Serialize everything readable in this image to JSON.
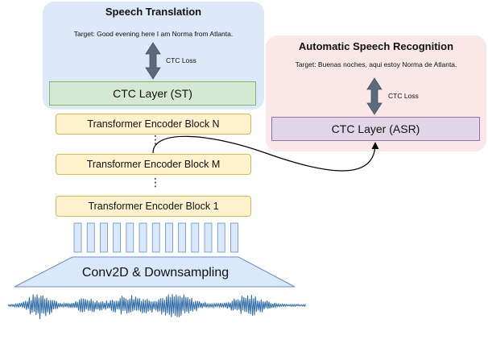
{
  "speech_translation": {
    "title": "Speech Translation",
    "target": "Target: Good evening here I am Norma from Atlanta.",
    "loss_label": "CTC Loss",
    "ctc_layer": "CTC Layer (ST)"
  },
  "asr": {
    "title": "Automatic Speech Recognition",
    "target": "Target: Buenas noches, aqui estoy Norma de Atlanta.",
    "loss_label": "CTC Loss",
    "ctc_layer": "CTC Layer (ASR)"
  },
  "encoder": {
    "block_n": "Transformer Encoder Block N",
    "block_m": "Transformer Encoder Block M",
    "block_1": "Transformer Encoder Block 1",
    "ellipsis": "⋮"
  },
  "frontend": {
    "conv_label": "Conv2D & Downsampling"
  },
  "colors": {
    "st_panel": "#dde8f8",
    "asr_panel": "#fae8e8",
    "st_ctc": "#d5e8d4",
    "asr_ctc": "#e1d5e7",
    "encoder_block": "#fff2cc",
    "feature_frame": "#dae8fc",
    "waveform": "#2e6aa8",
    "loss_arrow": "#5c6b7a"
  },
  "icons": {
    "loss_arrow": "double-headed-arrow-icon",
    "waveform": "audio-waveform-icon",
    "feature_frames": "feature-frame-bars"
  }
}
